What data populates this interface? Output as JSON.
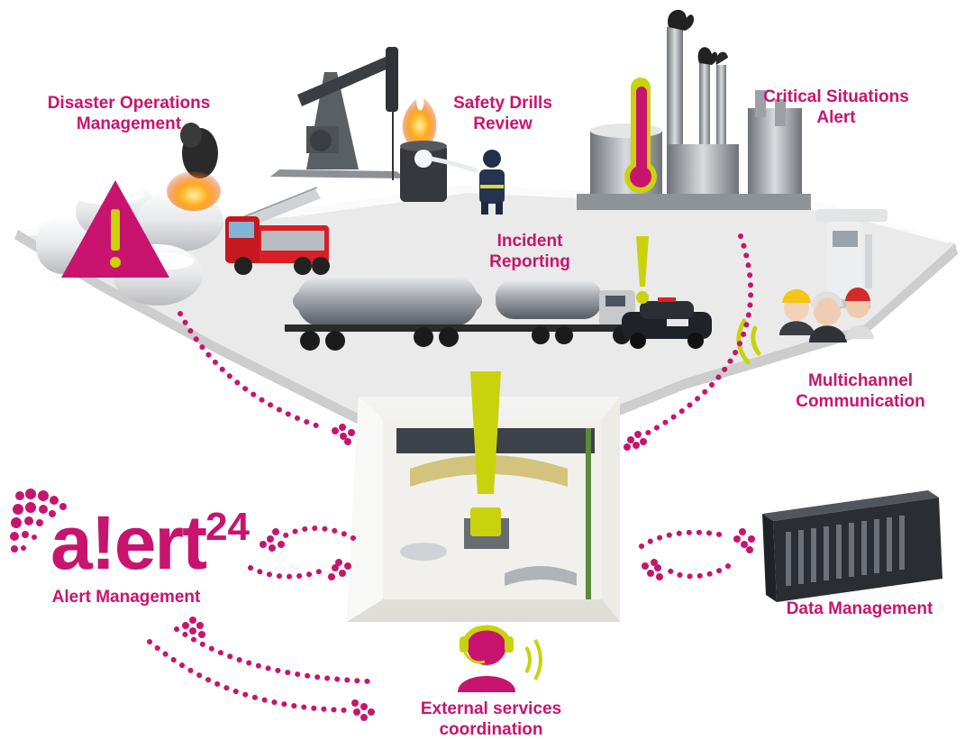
{
  "colors": {
    "accent": "#c8146e",
    "warning": "#c9d20c",
    "platform": "#eeeeee"
  },
  "labels": {
    "disaster": [
      "Disaster Operations",
      "Management"
    ],
    "safety": [
      "Safety Drills",
      "Review"
    ],
    "critical": [
      "Critical Situations",
      "Alert"
    ],
    "incident": [
      "Incident",
      "Reporting"
    ],
    "multichannel": [
      "Multichannel",
      "Communication"
    ],
    "data": [
      "Data Management"
    ],
    "alert_management": [
      "Alert Management"
    ],
    "external": [
      "External services",
      "coordination"
    ]
  },
  "logo": {
    "main": "a!ert",
    "superscript": "24"
  },
  "icons": [
    "warning-triangle-icon",
    "gas-tanks-icon",
    "fire-truck-icon",
    "oil-pumpjack-icon",
    "firefighter-icon",
    "refinery-icon",
    "thermometer-icon",
    "fuel-tanker-truck-icon",
    "police-car-icon",
    "gas-pump-icon",
    "workers-icon",
    "server-icon",
    "control-room-icon",
    "operator-headset-icon"
  ]
}
